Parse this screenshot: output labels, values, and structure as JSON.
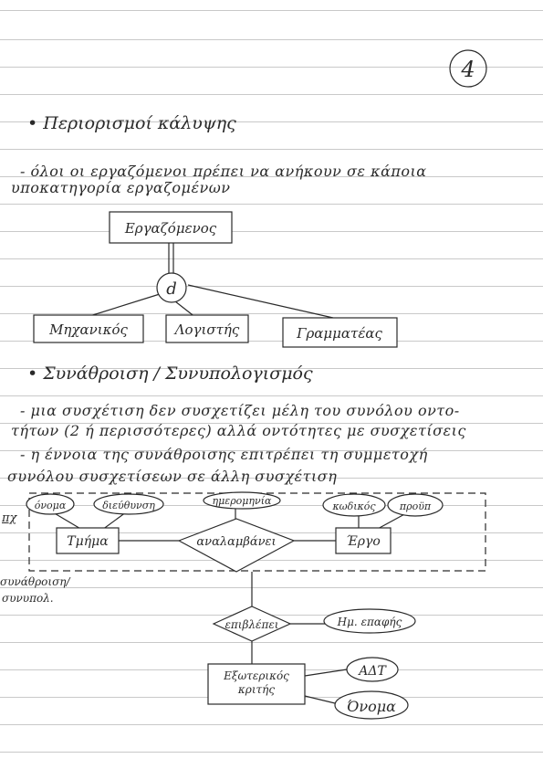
{
  "page_number": "4",
  "section1": {
    "heading": "• Περιορισμοί κάλυψης",
    "line1": "- όλοι οι εργαζόμενοι πρέπει να ανήκουν σε κάποια",
    "line2": "υποκατηγορία εργαζομένων"
  },
  "diagram1": {
    "entity": "Εργαζόμενος",
    "disjoint": "d",
    "sub1": "Μηχανικός",
    "sub2": "Λογιστής",
    "sub3": "Γραμματέας"
  },
  "section2": {
    "heading": "• Συνάθροιση / Συνυπολογισμός",
    "line1": "- μια συσχέτιση δεν συσχετίζει μέλη του συνόλου οντο-",
    "line2": "τήτων (2 ή περισσότερες) αλλά οντότητες με συσχετίσεις",
    "line3": "- η έννοια της συνάθροισης επιτρέπει τη συμμετοχή",
    "line4": "συνόλου συσχετίσεων σε άλλη συσχέτιση"
  },
  "diagram2": {
    "example_label": "πχ",
    "side_label_1": "συνάθροιση/",
    "side_label_2": "συνυπολ.",
    "entity_dept": "Τμήμα",
    "attr_name": "όνομα",
    "attr_address": "διεύθυνση",
    "relationship_undertakes": "αναλαμβάνει",
    "attr_date": "ημερομηνία",
    "entity_project": "Έργο",
    "attr_code": "κωδικός",
    "attr_budget": "προϋπ",
    "relationship_supervises": "επιβλέπει",
    "attr_contact_date": "Ημ. επαφής",
    "entity_external": "Εξωτερικός κριτής",
    "attr_adt": "ΑΔΤ",
    "attr_person_name": "Όνομα"
  }
}
